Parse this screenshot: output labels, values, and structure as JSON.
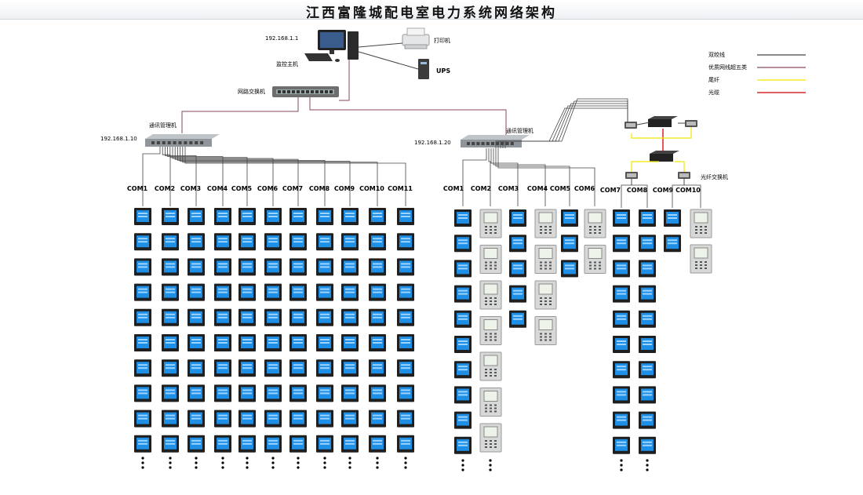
{
  "title": "江西富隆城配电室电力系统网络架构",
  "host": {
    "ip": "192.168.1.1",
    "label": "监控主机"
  },
  "printer": {
    "label": "打印机"
  },
  "ups": {
    "label": "UPS"
  },
  "network_switch": {
    "label": "网路交换机"
  },
  "legend": [
    {
      "label": "双绞线",
      "color": "#444444"
    },
    {
      "label": "优质网线超五类",
      "color": "#8a4a5a"
    },
    {
      "label": "尾纤",
      "color": "#f2e600"
    },
    {
      "label": "光缆",
      "color": "#d40000"
    }
  ],
  "gateway_left": {
    "label": "通讯管理机",
    "ip": "192.168.1.10"
  },
  "gateway_right": {
    "label": "通讯管理机",
    "ip": "192.168.1.20"
  },
  "fiber_switch": {
    "label": "光纤交换机"
  },
  "left_ports": [
    "COM1",
    "COM2",
    "COM3",
    "COM4",
    "COM5",
    "COM6",
    "COM7",
    "COM8",
    "COM9",
    "COM10",
    "COM11"
  ],
  "right_ports": [
    "COM1",
    "COM2",
    "COM3",
    "COM4",
    "COM5",
    "COM6",
    "COM7",
    "COM8",
    "COM9",
    "COM10"
  ],
  "colors": {
    "meter_body": "#1f1f1f",
    "meter_screen": "#1e8fe6",
    "relay_body": "#d7d9d8",
    "wire": "#444444",
    "link": "#8a4a5a",
    "fiber": "#f2e600",
    "cable": "#d40000"
  }
}
